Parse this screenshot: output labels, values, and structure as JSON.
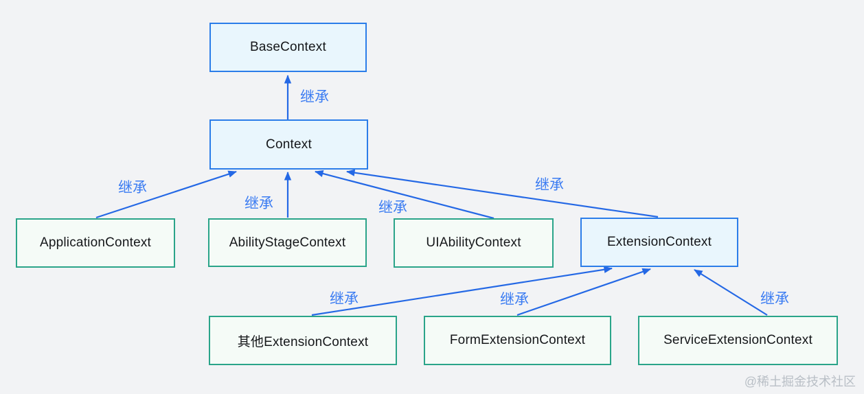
{
  "colors": {
    "background": "#f2f3f5",
    "blue_box_border": "#2b7de9",
    "blue_box_fill": "#e9f6fd",
    "green_box_border": "#2aa489",
    "green_box_fill": "#f5fbf7",
    "arrow": "#2468e5",
    "inherit_label": "#3b7cf2",
    "node_text": "#15171a",
    "watermark": "#b9bfc6"
  },
  "diagram": {
    "nodes": [
      {
        "id": "base-context",
        "label": "BaseContext",
        "variant": "blue"
      },
      {
        "id": "context",
        "label": "Context",
        "variant": "blue"
      },
      {
        "id": "application-context",
        "label": "ApplicationContext",
        "variant": "green"
      },
      {
        "id": "ability-stage-context",
        "label": "AbilityStageContext",
        "variant": "green"
      },
      {
        "id": "ui-ability-context",
        "label": "UIAbilityContext",
        "variant": "green"
      },
      {
        "id": "extension-context",
        "label": "ExtensionContext",
        "variant": "blue"
      },
      {
        "id": "other-extension-context",
        "label": "其他ExtensionContext",
        "variant": "green"
      },
      {
        "id": "form-extension-context",
        "label": "FormExtensionContext",
        "variant": "green"
      },
      {
        "id": "service-extension-context",
        "label": "ServiceExtensionContext",
        "variant": "green"
      }
    ],
    "edges": [
      {
        "from": "context",
        "to": "base-context",
        "label": "继承"
      },
      {
        "from": "application-context",
        "to": "context",
        "label": "继承"
      },
      {
        "from": "ability-stage-context",
        "to": "context",
        "label": "继承"
      },
      {
        "from": "ui-ability-context",
        "to": "context",
        "label": "继承"
      },
      {
        "from": "extension-context",
        "to": "context",
        "label": "继承"
      },
      {
        "from": "other-extension-context",
        "to": "extension-context",
        "label": "继承"
      },
      {
        "from": "form-extension-context",
        "to": "extension-context",
        "label": "继承"
      },
      {
        "from": "service-extension-context",
        "to": "extension-context",
        "label": "继承"
      }
    ]
  },
  "watermark": {
    "text": "@稀土掘金技术社区"
  }
}
